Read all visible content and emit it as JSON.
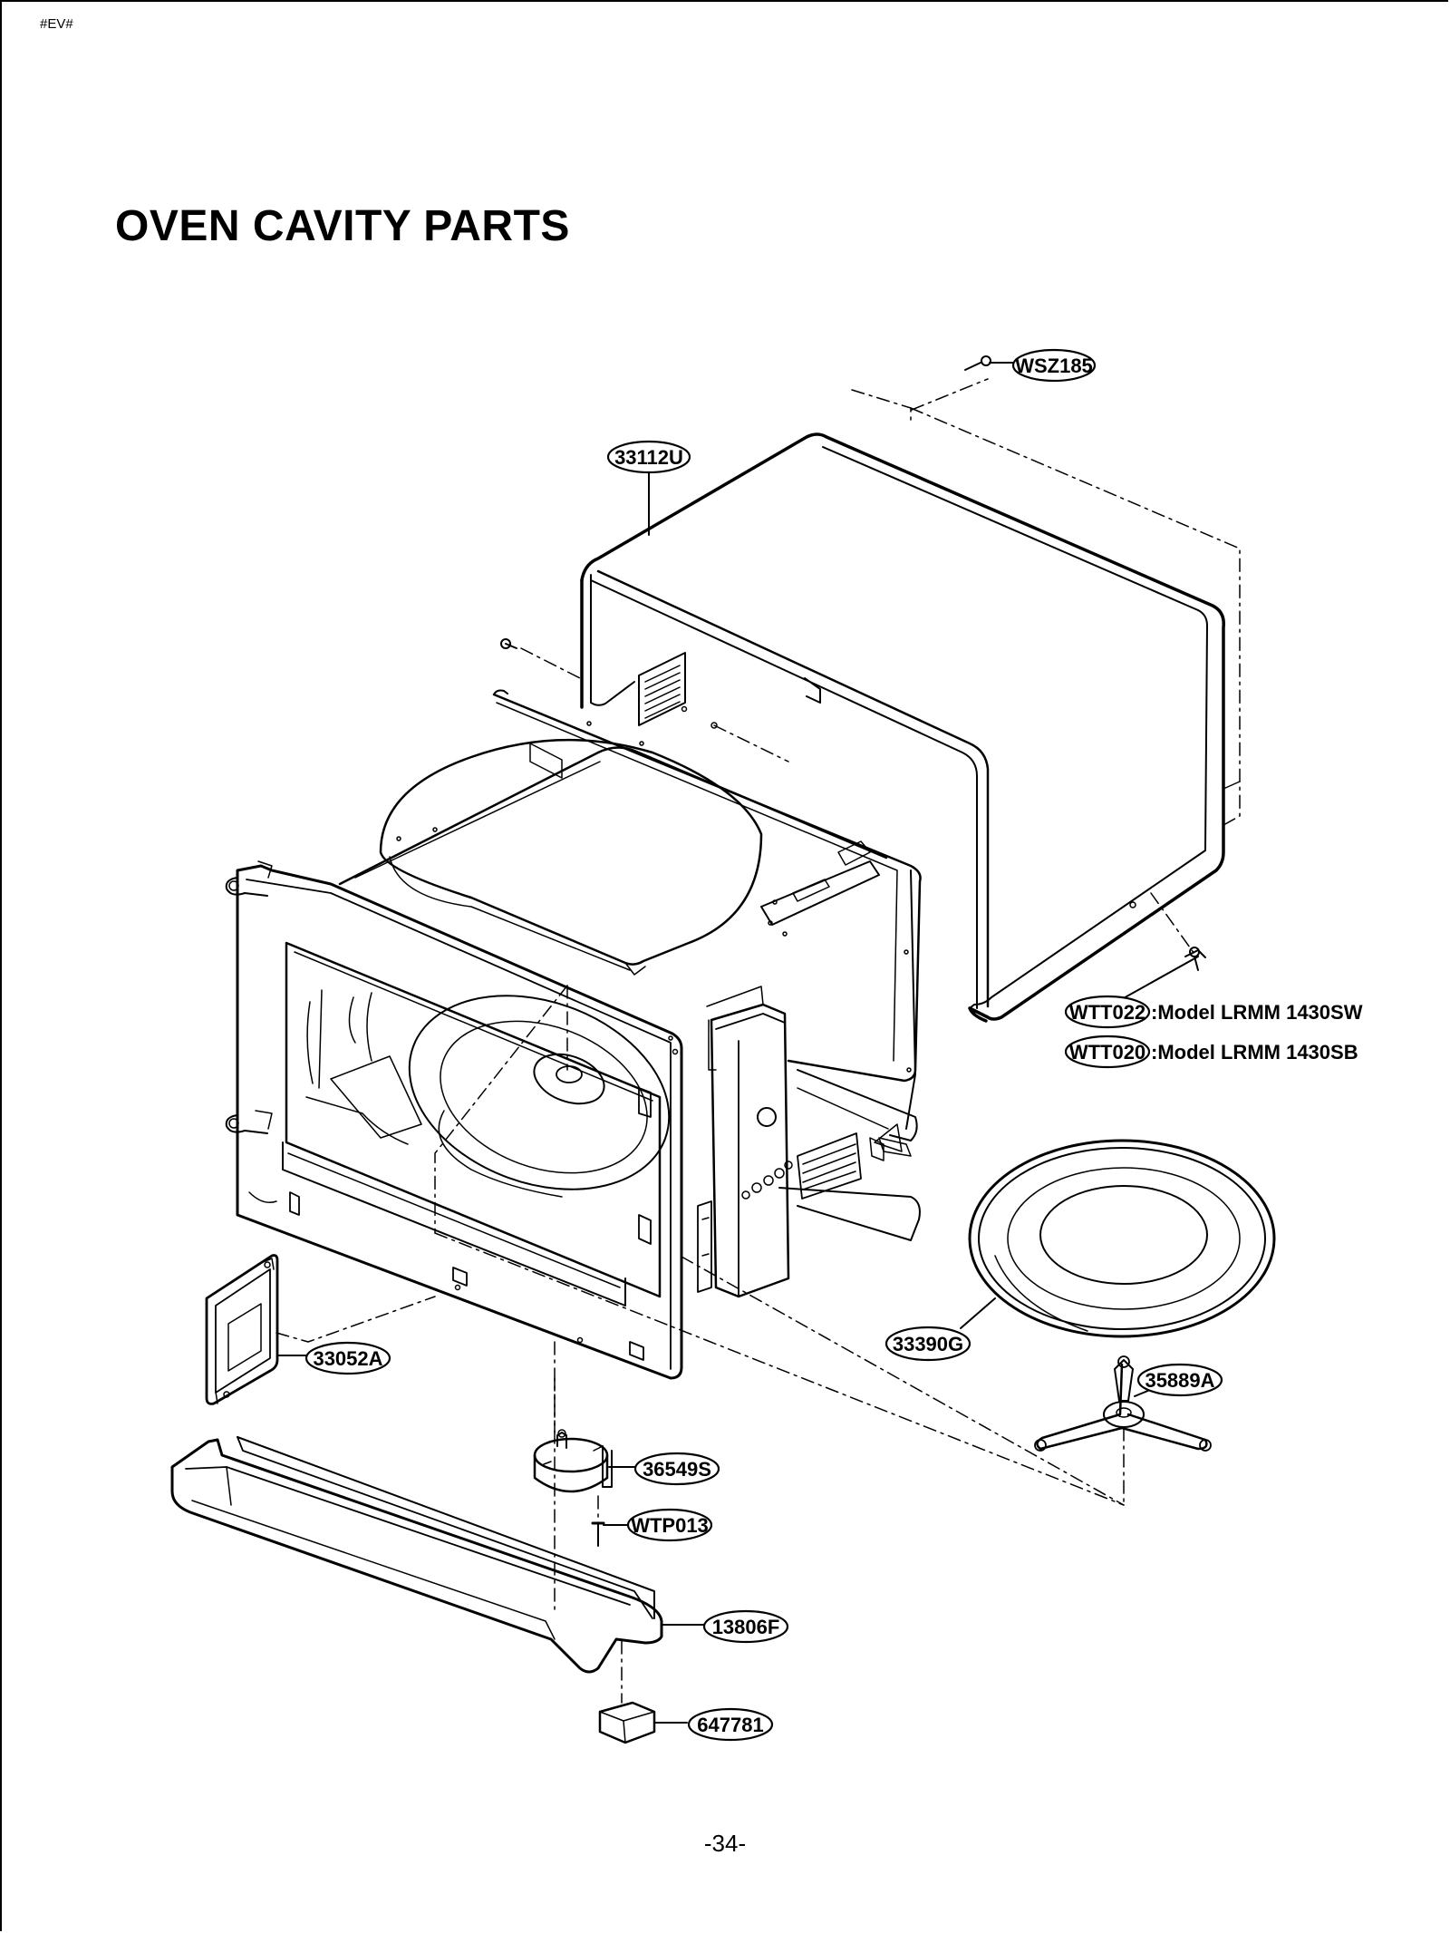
{
  "header_tag": "#EV#",
  "title": "OVEN CAVITY PARTS",
  "page_number": "-34-",
  "parts": {
    "wsz185": "WSZ185",
    "p33112u": "33112U",
    "wtt022": "WTT022",
    "wtt020": "WTT020",
    "p33390g": "33390G",
    "p35889a": "35889A",
    "p33052a": "33052A",
    "p36549s": "36549S",
    "wtp013": "WTP013",
    "p13806f": "13806F",
    "p647781": "647781"
  },
  "notes": {
    "wtt022_model": ":Model LRMM 1430SW",
    "wtt020_model": ":Model LRMM 1430SB"
  }
}
